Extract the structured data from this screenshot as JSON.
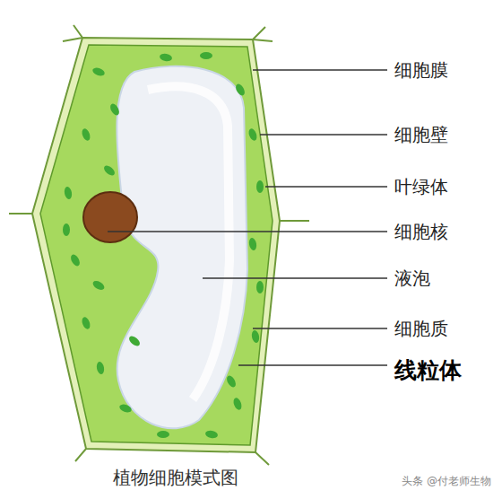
{
  "diagram": {
    "caption": "植物细胞模式图",
    "labels": [
      "细胞膜",
      "细胞壁",
      "叶绿体",
      "细胞核",
      "液泡",
      "细胞质",
      "线粒体",
      "头条 @付老师生物"
    ]
  }
}
